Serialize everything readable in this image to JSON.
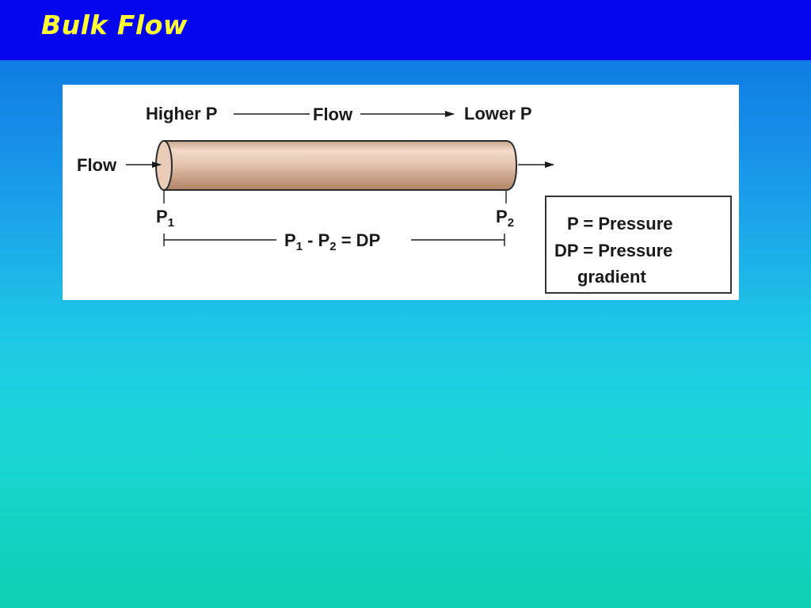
{
  "slide": {
    "title": "Bulk Flow"
  },
  "diagram": {
    "top_left_label": "Higher P",
    "top_middle_label": "Flow",
    "top_right_label": "Lower P",
    "inlet_label": "Flow",
    "p1_main": "P",
    "p1_sub": "1",
    "p2_main": "P",
    "p2_sub": "2",
    "eq_p1": "P",
    "eq_sub1": "1",
    "eq_minus": " - P",
    "eq_sub2": "2",
    "eq_rest": " = DP",
    "pipe_color": "#dcb9a0"
  },
  "legend": {
    "line1": "P = Pressure",
    "line2": "DP = Pressure",
    "line3": "gradient"
  }
}
